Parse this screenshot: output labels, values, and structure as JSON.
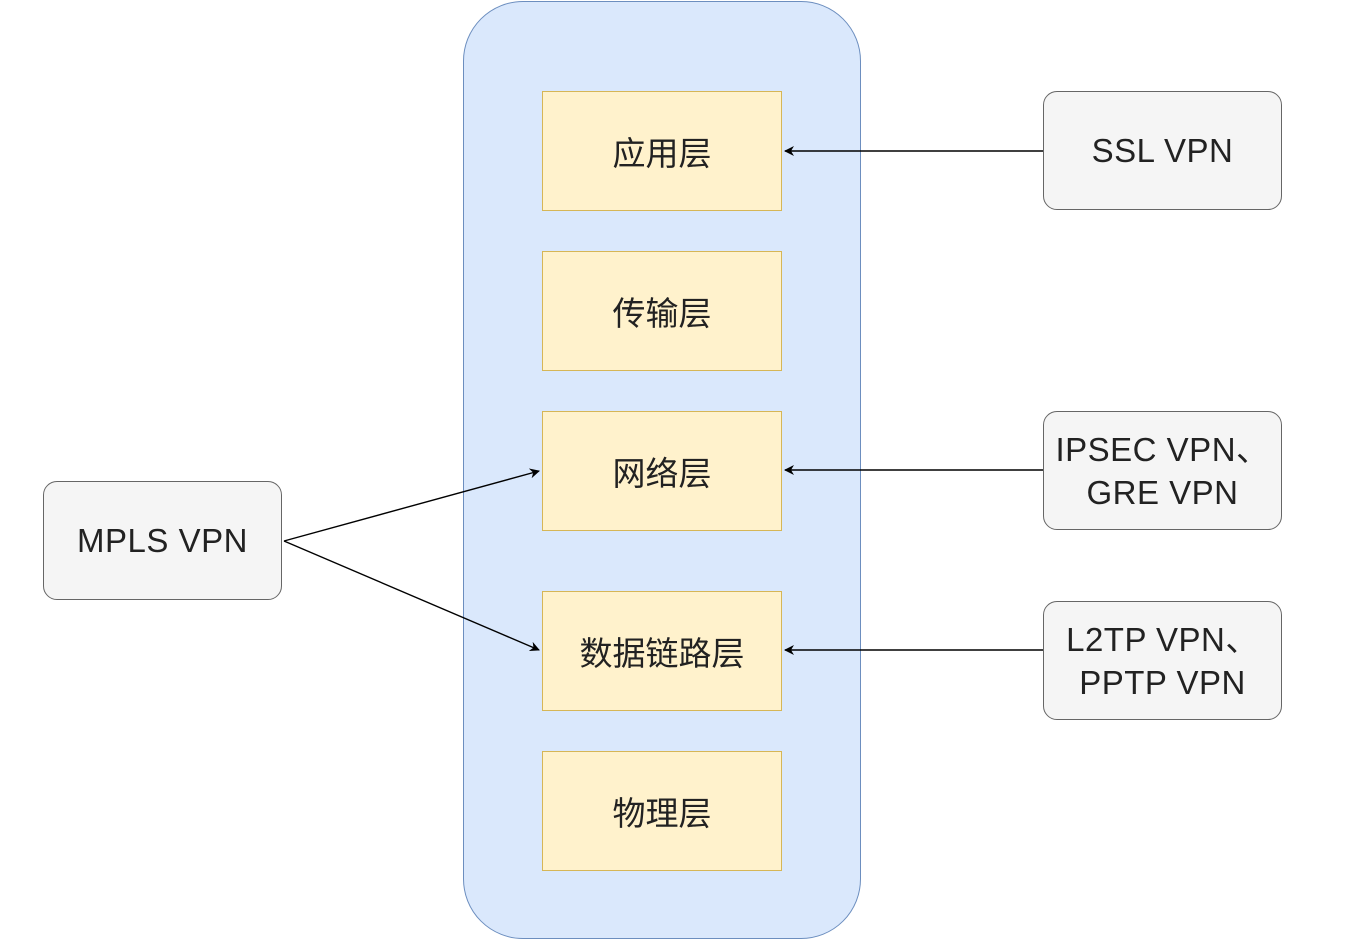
{
  "layers": [
    {
      "label": "应用层"
    },
    {
      "label": "传输层"
    },
    {
      "label": "网络层"
    },
    {
      "label": "数据链路层"
    },
    {
      "label": "物理层"
    }
  ],
  "vpns": {
    "ssl": {
      "line1": "SSL VPN"
    },
    "ipsec_gre": {
      "line1": "IPSEC VPN、",
      "line2": "GRE VPN"
    },
    "l2tp_pptp": {
      "line1": "L2TP VPN、",
      "line2": "PPTP VPN"
    },
    "mpls": {
      "line1": "MPLS VPN"
    }
  },
  "connections": [
    {
      "from": "SSL VPN",
      "to": "应用层"
    },
    {
      "from": "IPSEC VPN、GRE VPN",
      "to": "网络层"
    },
    {
      "from": "L2TP VPN、PPTP VPN",
      "to": "数据链路层"
    },
    {
      "from": "MPLS VPN",
      "to": "网络层"
    },
    {
      "from": "MPLS VPN",
      "to": "数据链路层"
    }
  ],
  "colors": {
    "stack_fill": "#dae8fc",
    "stack_stroke": "#6c8ebf",
    "layer_fill": "#fff2cc",
    "layer_stroke": "#d6b656",
    "vpn_fill": "#f5f5f5",
    "vpn_stroke": "#666666",
    "arrow": "#000000"
  }
}
